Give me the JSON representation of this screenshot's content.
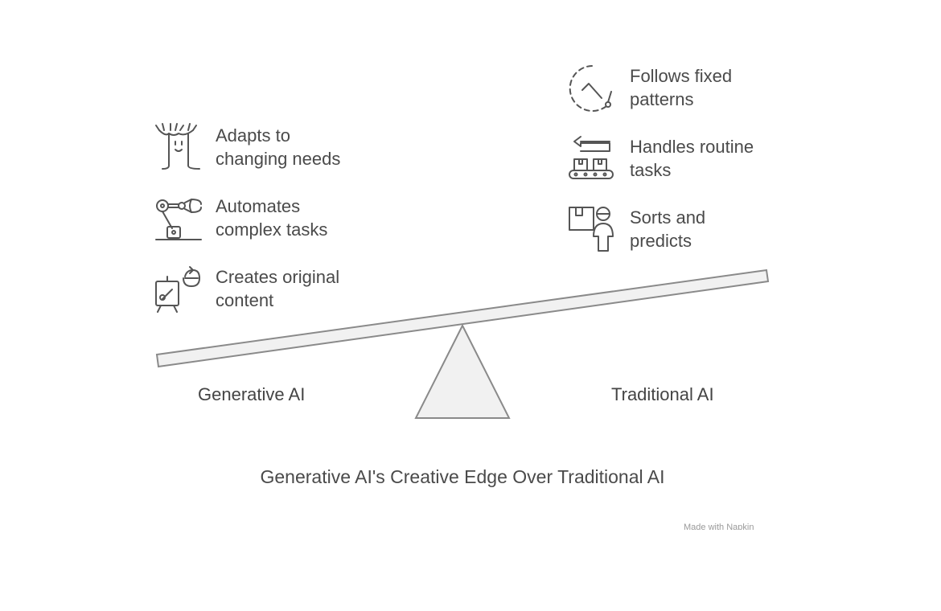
{
  "title": "Generative AI's Creative Edge Over Traditional AI",
  "left_side": {
    "label": "Generative AI",
    "items": [
      {
        "text": "Adapts to\nchanging needs",
        "icon": "tree-adapt-icon"
      },
      {
        "text": "Automates\ncomplex tasks",
        "icon": "robot-arm-icon"
      },
      {
        "text": "Creates original\ncontent",
        "icon": "easel-create-icon"
      }
    ]
  },
  "right_side": {
    "label": "Traditional AI",
    "items": [
      {
        "text": "Follows fixed\npatterns",
        "icon": "dashed-cycle-icon"
      },
      {
        "text": "Handles routine\ntasks",
        "icon": "conveyor-belt-icon"
      },
      {
        "text": "Sorts and\npredicts",
        "icon": "worker-sorting-icon"
      }
    ]
  },
  "watermark": "Made with Napkin",
  "colors": {
    "line": "#555555",
    "fill": "#f1f1f1",
    "text": "#444444"
  }
}
